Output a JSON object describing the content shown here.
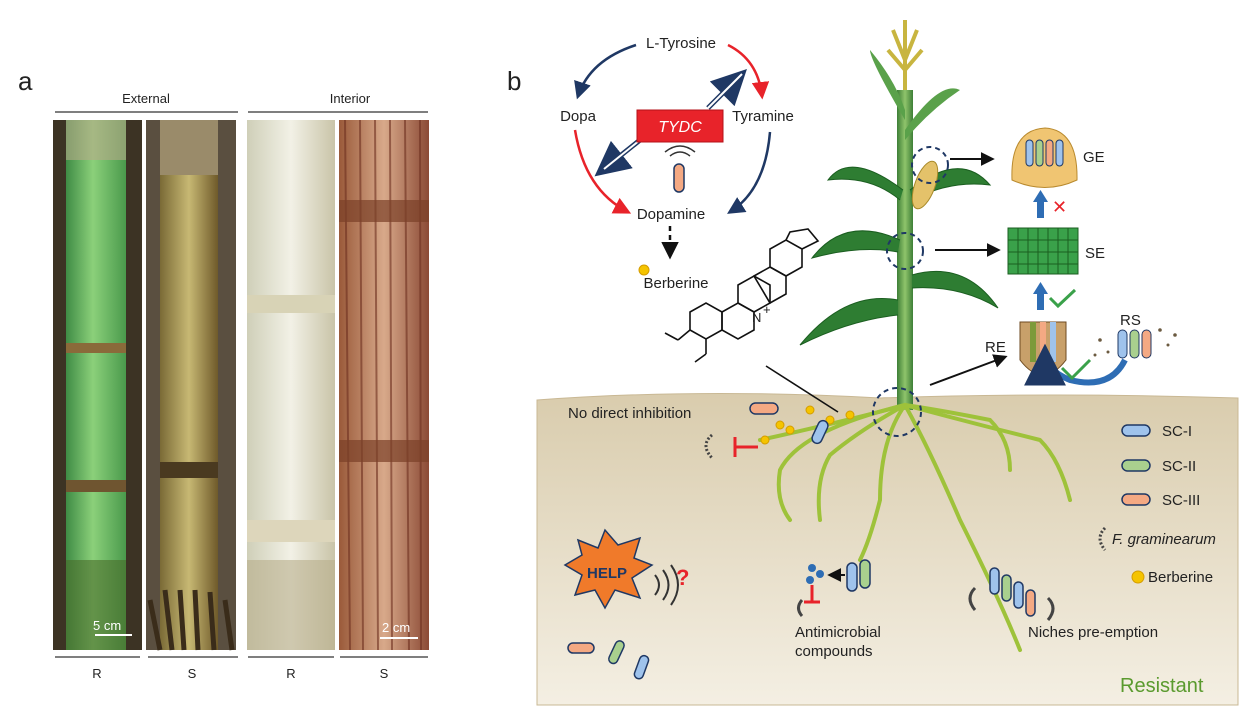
{
  "panel_a": {
    "letter": "a",
    "header_external": "External",
    "header_interior": "Interior",
    "label_r1": "R",
    "label_s1": "S",
    "label_r2": "R",
    "label_s2": "S",
    "scale_external": "5 cm",
    "scale_interior": "2 cm"
  },
  "panel_b": {
    "letter": "b",
    "pathway": {
      "l_tyrosine": "L-Tyrosine",
      "dopa": "Dopa",
      "tyramine": "Tyramine",
      "tydc": "TYDC",
      "dopamine": "Dopamine",
      "berberine": "Berberine",
      "n_plus": "N",
      "plus": "+"
    },
    "organs": {
      "ge": "GE",
      "se": "SE",
      "re": "RE",
      "rs": "RS"
    },
    "soil": {
      "no_inhibition": "No direct inhibition",
      "help": "HELP",
      "question": "?",
      "antimicrobial_1": "Antimicrobial",
      "antimicrobial_2": "compounds",
      "niches": "Niches pre-emption",
      "resistant": "Resistant"
    },
    "legend": {
      "sc1": "SC-I",
      "sc2": "SC-II",
      "sc3": "SC-III",
      "fungus": "F. graminearum",
      "berberine": "Berberine"
    }
  },
  "colors": {
    "sc1": "#9fc3ec",
    "sc2": "#a9d08e",
    "sc3": "#f4a983",
    "arrow_red": "#e8232a",
    "arrow_navy": "#1f3864",
    "tydc_box": "#e8232a",
    "leaf": "#2e7d32",
    "soil": "#ece4d2",
    "resistant_text": "#5a9a2e",
    "berberine_dot": "#f5c400"
  }
}
